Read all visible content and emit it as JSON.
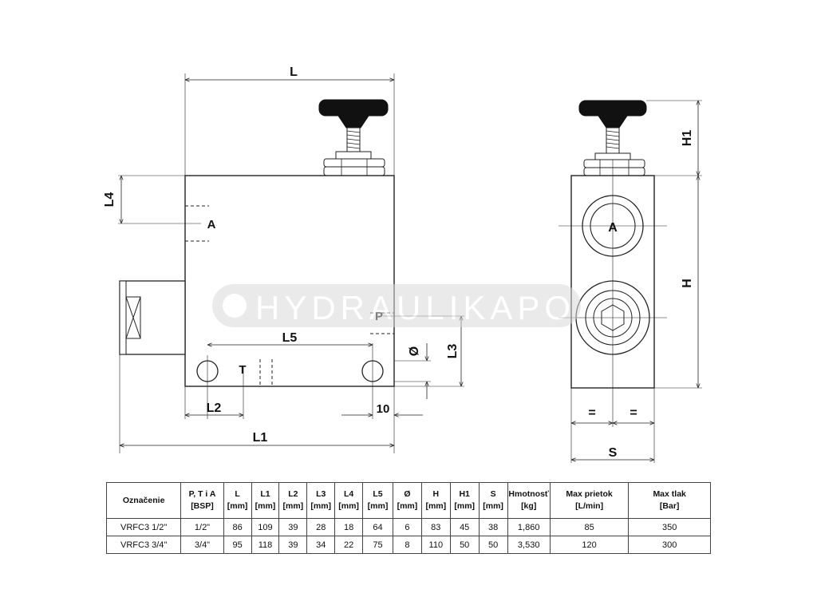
{
  "watermark": {
    "text": "HYDRAULIKAPO"
  },
  "front_view": {
    "port_a": "A",
    "port_p": "P",
    "port_t": "T",
    "dim_l": "L",
    "dim_l1": "L1",
    "dim_l2": "L2",
    "dim_l3": "L3",
    "dim_l4": "L4",
    "dim_l5": "L5",
    "dim_diameter": "Ø",
    "dim_ten": "10"
  },
  "side_view": {
    "port_a": "A",
    "dim_h": "H",
    "dim_h1": "H1",
    "dim_s": "S",
    "equal_left": "=",
    "equal_right": "="
  },
  "table": {
    "columns": [
      {
        "line1": "Označenie",
        "line2": ""
      },
      {
        "line1": "P, T i A",
        "line2": "[BSP]"
      },
      {
        "line1": "L",
        "line2": "[mm]"
      },
      {
        "line1": "L1",
        "line2": "[mm]"
      },
      {
        "line1": "L2",
        "line2": "[mm]"
      },
      {
        "line1": "L3",
        "line2": "[mm]"
      },
      {
        "line1": "L4",
        "line2": "[mm]"
      },
      {
        "line1": "L5",
        "line2": "[mm]"
      },
      {
        "line1": "Ø",
        "line2": "[mm]"
      },
      {
        "line1": "H",
        "line2": "[mm]"
      },
      {
        "line1": "H1",
        "line2": "[mm]"
      },
      {
        "line1": "S",
        "line2": "[mm]"
      },
      {
        "line1": "Hmotnosť",
        "line2": "[kg]"
      },
      {
        "line1": "Max prietok",
        "line2": "[L/min]"
      },
      {
        "line1": "Max tlak",
        "line2": "[Bar]"
      }
    ],
    "rows": [
      [
        "VRFC3 1/2\"",
        "1/2\"",
        "86",
        "109",
        "39",
        "28",
        "18",
        "64",
        "6",
        "83",
        "45",
        "38",
        "1,860",
        "85",
        "350"
      ],
      [
        "VRFC3 3/4\"",
        "3/4\"",
        "95",
        "118",
        "39",
        "34",
        "22",
        "75",
        "8",
        "110",
        "50",
        "50",
        "3,530",
        "120",
        "300"
      ]
    ]
  }
}
